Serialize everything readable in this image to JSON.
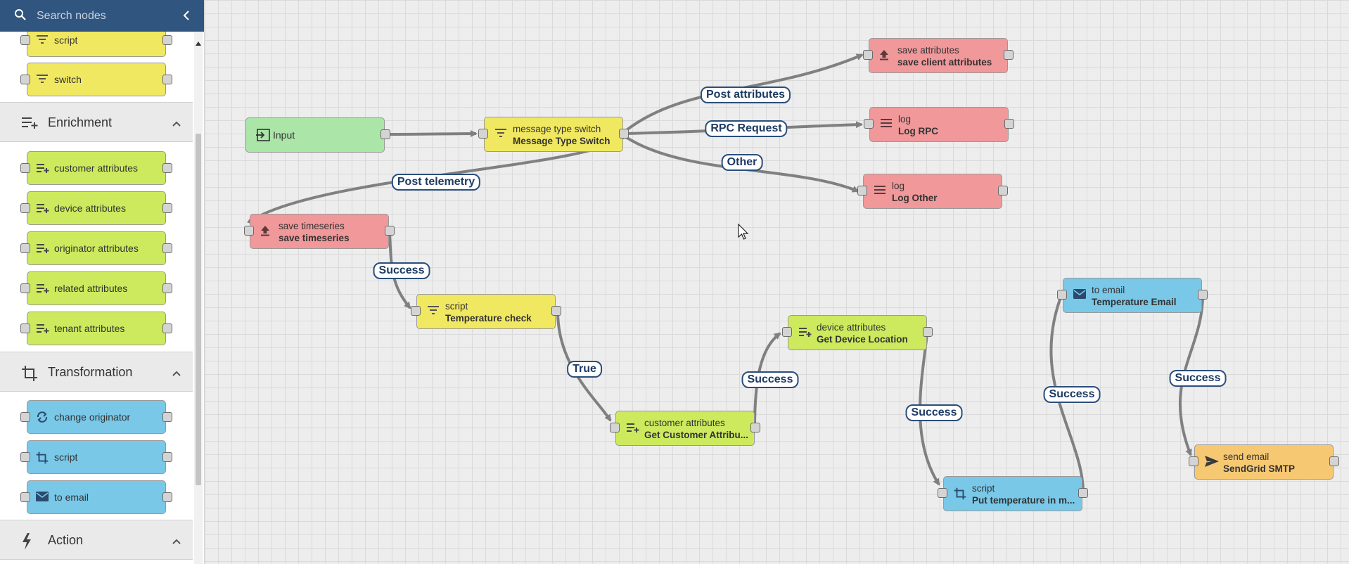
{
  "search": {
    "placeholder": "Search nodes"
  },
  "palette": {
    "filter_nodes": [
      {
        "label": "script"
      },
      {
        "label": "switch"
      }
    ],
    "sections": [
      {
        "title": "Enrichment",
        "icon": "enrichment-icon"
      },
      {
        "title": "Transformation",
        "icon": "transformation-icon"
      },
      {
        "title": "Action",
        "icon": "action-icon"
      }
    ],
    "enrichment_nodes": [
      {
        "label": "customer attributes"
      },
      {
        "label": "device attributes"
      },
      {
        "label": "originator attributes"
      },
      {
        "label": "related attributes"
      },
      {
        "label": "tenant attributes"
      }
    ],
    "transformation_nodes": [
      {
        "label": "change originator"
      },
      {
        "label": "script"
      },
      {
        "label": "to email"
      }
    ]
  },
  "canvas": {
    "nodes": {
      "input": {
        "label": "Input"
      },
      "msg_switch": {
        "type": "message type switch",
        "name": "Message Type Switch"
      },
      "save_attr": {
        "type": "save attributes",
        "name": "save client attributes"
      },
      "log_rpc": {
        "type": "log",
        "name": "Log RPC"
      },
      "log_other": {
        "type": "log",
        "name": "Log Other"
      },
      "save_ts": {
        "type": "save timeseries",
        "name": "save timeseries"
      },
      "temp_check": {
        "type": "script",
        "name": "Temperature check"
      },
      "cust_attr": {
        "type": "customer attributes",
        "name": "Get Customer Attribu..."
      },
      "dev_attr": {
        "type": "device attributes",
        "name": "Get Device Location"
      },
      "put_temp": {
        "type": "script",
        "name": "Put temperature in m..."
      },
      "to_email": {
        "type": "to email",
        "name": "Temperature Email"
      },
      "send_email": {
        "type": "send email",
        "name": "SendGrid SMTP"
      }
    },
    "edge_labels": {
      "post_attributes": "Post attributes",
      "rpc_request": "RPC Request",
      "other": "Other",
      "post_telemetry": "Post telemetry",
      "success_1": "Success",
      "true_1": "True",
      "success_2": "Success",
      "success_3": "Success",
      "success_4": "Success",
      "success_5": "Success"
    }
  },
  "colors": {
    "header": "#305680",
    "input_node": "#abe5a8",
    "filter_node": "#f1e861",
    "action_node": "#f0989a",
    "enrichment_node": "#cdea5e",
    "transformation_node": "#79c8e8",
    "external_node": "#f7c872",
    "edge_label_border": "#2b4e7b"
  }
}
